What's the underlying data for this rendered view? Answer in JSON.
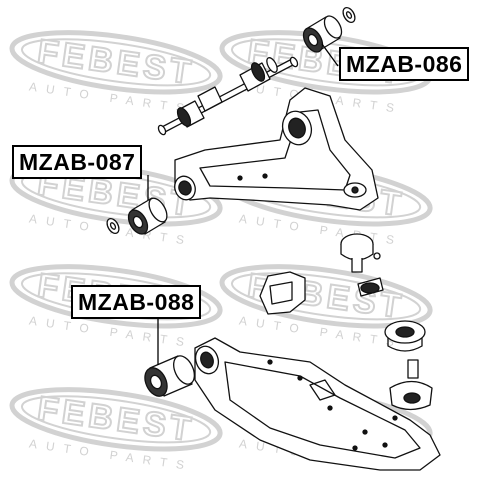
{
  "watermark": {
    "brand": "FEBEST",
    "tagline": "AUTO PARTS",
    "color": "#d2d2d2"
  },
  "callouts": [
    {
      "id": "upper",
      "label": "MZAB-086"
    },
    {
      "id": "middle",
      "label": "MZAB-087"
    },
    {
      "id": "lower",
      "label": "MZAB-088"
    }
  ],
  "colors": {
    "line": "#111111",
    "highlight": "#000000",
    "background": "#ffffff"
  }
}
